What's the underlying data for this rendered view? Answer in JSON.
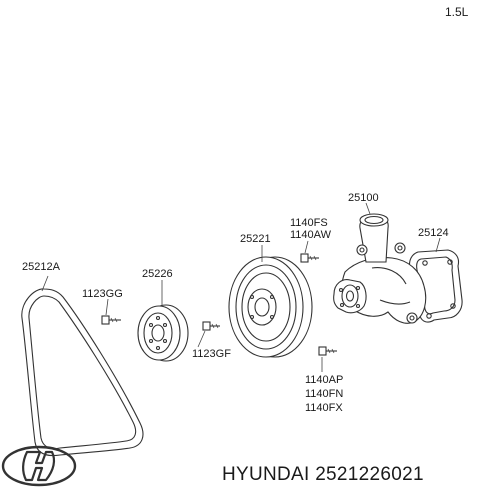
{
  "engine_spec": "1.5L",
  "parts": {
    "belt": "25212A",
    "bolt_pulley_top": "1123GG",
    "crank_pulley": "25226",
    "bolt_pulley_bottom": "1123GF",
    "water_pump_pulley": "25221",
    "bolt_fs": "1140FS",
    "bolt_aw": "1140AW",
    "water_pump": "25100",
    "gasket": "25124",
    "bolt_ap": "1140AP",
    "bolt_fn": "1140FN",
    "bolt_fx": "1140FX"
  },
  "brand_logo": "hyundai-logo",
  "footer_text": "HYUNDAI 2521226021"
}
